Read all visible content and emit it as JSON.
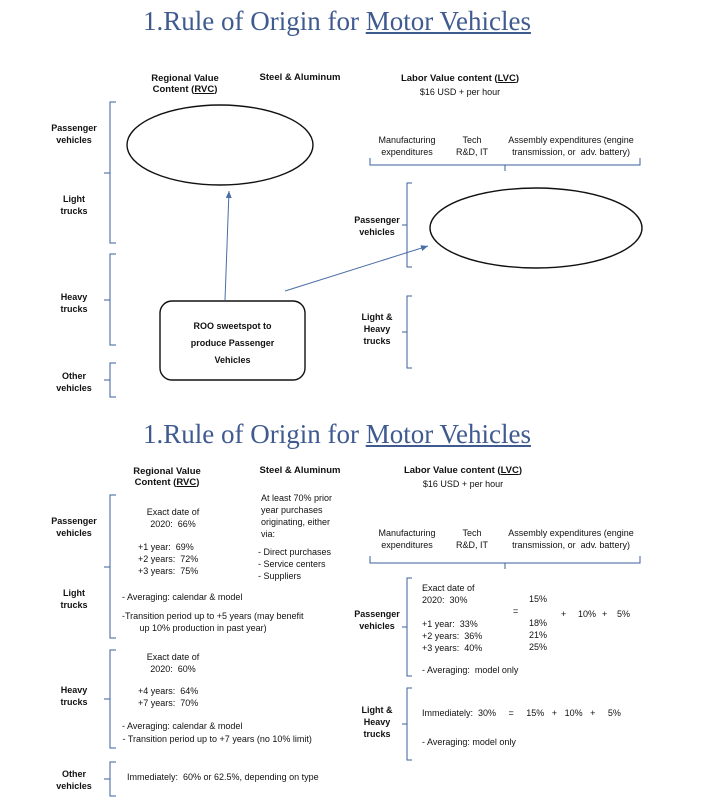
{
  "panel1": {
    "title_prefix": "1.Rule of Origin for ",
    "title_link": "Motor Vehicles",
    "rvc_header": "Regional Value",
    "rvc_header2": "Content (",
    "rvc_abbr": "RVC",
    "rvc_close": ")",
    "steel_header": "Steel & Aluminum",
    "lvc_header": "Labor Value content (",
    "lvc_abbr": "LVC",
    "lvc_close": ")",
    "lvc_rate": "$16 USD + per hour",
    "lvc_cols": [
      "Manufacturing\nexpenditures",
      "Tech\nR&D, IT",
      "Assembly expenditures (engine\ntransmission, or  adv. battery)"
    ],
    "row_labels": [
      "Passenger\nvehicles",
      "Light\ntrucks",
      "Heavy\ntrucks",
      "Other\nvehicles"
    ],
    "lvc_row_labels": [
      "Passenger\nvehicles",
      "Light &\nHeavy\ntrucks"
    ],
    "sweetspot": "ROO sweetspot to\nproduce Passenger\nVehicles"
  },
  "panel2": {
    "title_prefix": "1.Rule of Origin for ",
    "title_link": "Motor Vehicles",
    "rvc_header": "Regional Value",
    "rvc_header2": "Content (",
    "rvc_abbr": "RVC",
    "rvc_close": ")",
    "steel_header": "Steel & Aluminum",
    "lvc_header": "Labor Value content (",
    "lvc_abbr": "LVC",
    "lvc_close": ")",
    "lvc_rate": "$16 USD + per hour",
    "lvc_cols": [
      "Manufacturing\nexpenditures",
      "Tech\nR&D, IT",
      "Assembly expenditures (engine\ntransmission, or  adv. battery)"
    ],
    "row_labels": [
      "Passenger\nvehicles",
      "Light\ntrucks",
      "Heavy\ntrucks",
      "Other\nvehicles"
    ],
    "lvc_row_labels": [
      "Passenger\nvehicles",
      "Light &\nHeavy\ntrucks"
    ],
    "pv_rvc": "Exact date of\n2020:  66%",
    "pv_rvc_phase": "+1 year:  69%\n+2 years:  72%\n+3 years:  75%",
    "steel_text": "At least 70% prior\nyear purchases\noriginating, either\nvia:",
    "steel_list": "- Direct purchases\n- Service centers\n- Suppliers",
    "lt_avg": "- Averaging: calendar & model",
    "lt_transition": "-Transition period up to +5 years (may benefit\n       up 10% production in past year)",
    "ht_rvc": "Exact date of\n2020:  60%",
    "ht_rvc_phase": "+4 years:  64%\n+7 years:  70%",
    "ht_avg": "- Averaging: calendar & model",
    "ht_transition": " - Transition period up to +7 years (no 10% limit)",
    "other_text": "Immediately:  60% or 62.5%, depending on type",
    "lvc_pv_rows": "Exact date of\n2020:  30%\n\n+1 year:  33%\n+2 years:  36%\n+3 years:  40%",
    "lvc_pv_mfg": "15%\n\n18%\n21%\n25%",
    "lvc_pv_eq": "=",
    "lvc_pv_plus1": "+",
    "lvc_pv_tech": "10%",
    "lvc_pv_plus2": "+",
    "lvc_pv_asm": "5%",
    "lvc_pv_avg": "- Averaging:  model only",
    "lvc_heavy_line": "Immediately:  30%     =     15%   +   10%   +     5%",
    "lvc_heavy_avg": "- Averaging: model only"
  }
}
